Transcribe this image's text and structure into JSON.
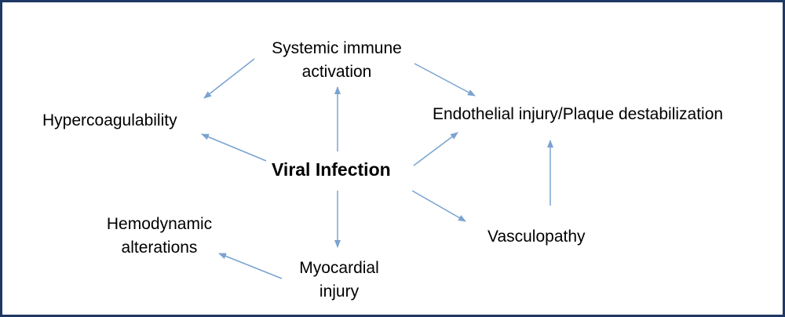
{
  "diagram": {
    "border_color": "#1f3864",
    "arrow_color": "#7aa3d0",
    "center": "Viral Infection",
    "nodes": {
      "systemic_line1": "Systemic immune",
      "systemic_line2": "activation",
      "hypercoagulability": "Hypercoagulability",
      "endothelial": "Endothelial injury/Plaque destabilization",
      "hemodynamic_line1": "Hemodynamic",
      "hemodynamic_line2": "alterations",
      "myocardial_line1": "Myocardial",
      "myocardial_line2": "injury",
      "vasculopathy": "Vasculopathy"
    }
  }
}
